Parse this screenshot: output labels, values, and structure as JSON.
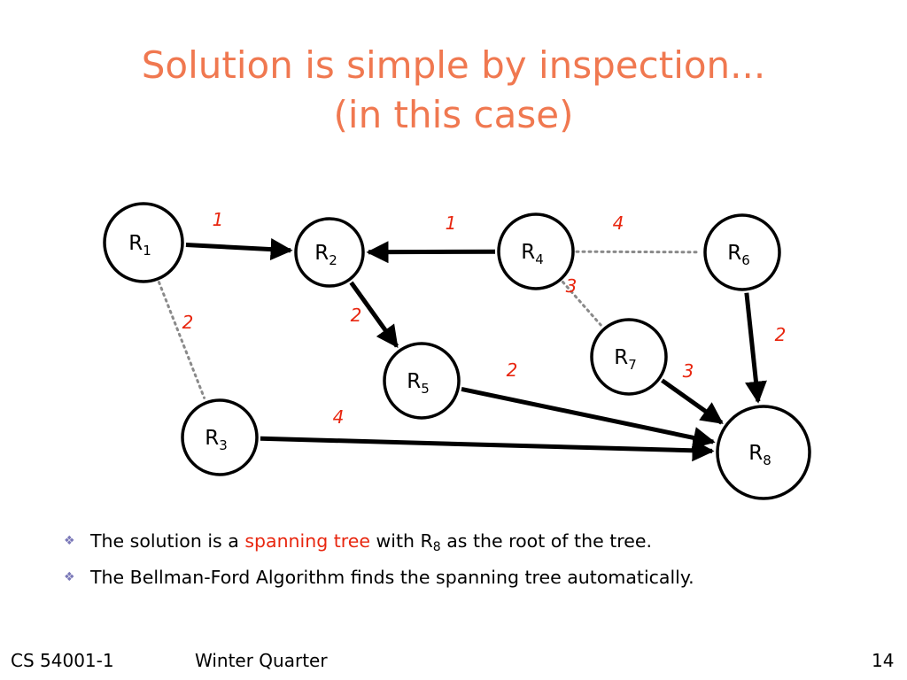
{
  "slide": {
    "title_line1": "Solution is simple by inspection...",
    "title_line2": "(in this case)"
  },
  "diagram": {
    "nodes": [
      {
        "id": "R1",
        "letter": "R",
        "sub": "1"
      },
      {
        "id": "R2",
        "letter": "R",
        "sub": "2"
      },
      {
        "id": "R3",
        "letter": "R",
        "sub": "3"
      },
      {
        "id": "R4",
        "letter": "R",
        "sub": "4"
      },
      {
        "id": "R5",
        "letter": "R",
        "sub": "5"
      },
      {
        "id": "R6",
        "letter": "R",
        "sub": "6"
      },
      {
        "id": "R7",
        "letter": "R",
        "sub": "7"
      },
      {
        "id": "R8",
        "letter": "R",
        "sub": "8"
      }
    ],
    "edges": [
      {
        "from": "R1",
        "to": "R2",
        "weight": "1",
        "style": "arrow"
      },
      {
        "from": "R4",
        "to": "R2",
        "weight": "1",
        "style": "arrow"
      },
      {
        "from": "R4",
        "to": "R6",
        "weight": "4",
        "style": "dotted"
      },
      {
        "from": "R1",
        "to": "R3",
        "weight": "2",
        "style": "dotted"
      },
      {
        "from": "R2",
        "to": "R5",
        "weight": "2",
        "style": "arrow"
      },
      {
        "from": "R4",
        "to": "R7",
        "weight": "3",
        "style": "dotted"
      },
      {
        "from": "R6",
        "to": "R8",
        "weight": "2",
        "style": "arrow"
      },
      {
        "from": "R5",
        "to": "R8",
        "weight": "2",
        "style": "arrow"
      },
      {
        "from": "R7",
        "to": "R8",
        "weight": "3",
        "style": "arrow"
      },
      {
        "from": "R3",
        "to": "R8",
        "weight": "4",
        "style": "arrow"
      }
    ],
    "colors": {
      "edge_label": "#e8260f",
      "dotted_edge": "#8a8a8a",
      "title": "#f07850"
    }
  },
  "bullets": [
    {
      "pre": "The solution is a ",
      "highlight": "spanning tree",
      "mid": " with R",
      "sub": "8",
      "post": " as the root of the tree."
    },
    {
      "pre": "The Bellman-Ford Algorithm finds the spanning tree automatically.",
      "highlight": "",
      "mid": "",
      "sub": "",
      "post": ""
    }
  ],
  "bullet_icon": "diamond-bullet-icon",
  "footer": {
    "course": "CS 54001-1",
    "term": "Winter Quarter",
    "page": "14"
  }
}
